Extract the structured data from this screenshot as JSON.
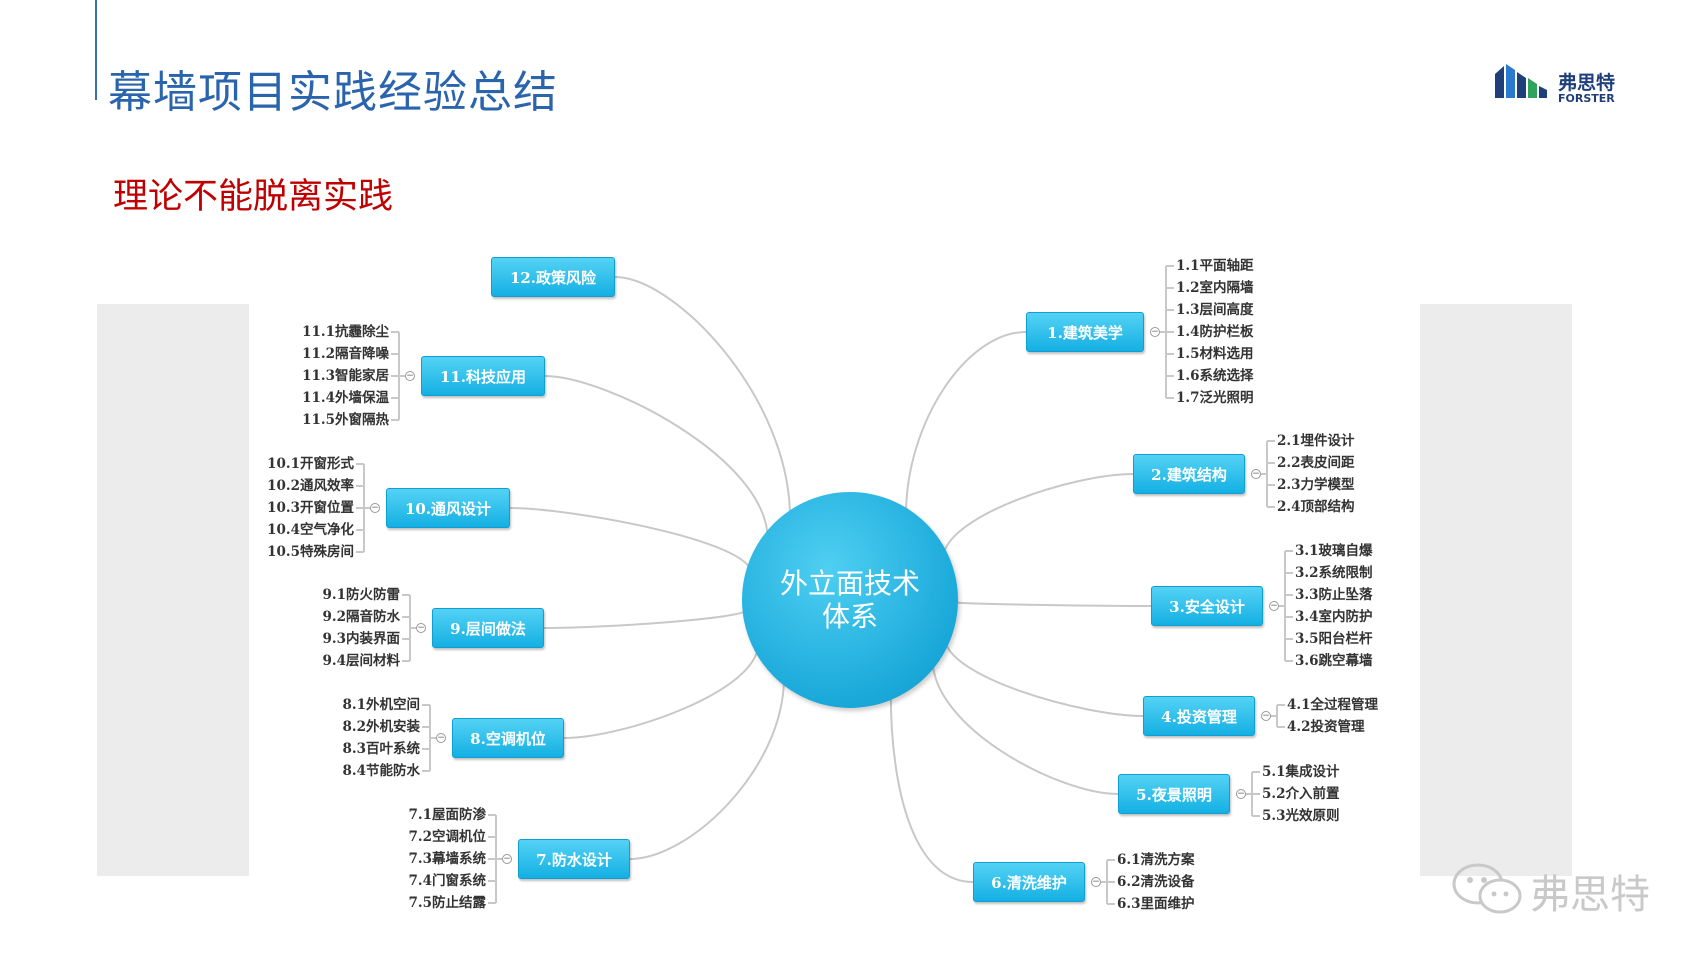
{
  "header": {
    "title": "幕墙项目实践经验总结",
    "subtitle": "理论不能脱离实践"
  },
  "logo": {
    "cn": "弗思特",
    "en": "FORSTER",
    "color": "#1e3f7a"
  },
  "watermark": {
    "label": "弗思特",
    "icon": "wechat-icon"
  },
  "colors": {
    "title": "#2a64ad",
    "subtitle": "#c00000",
    "node": "#1ab3e6",
    "line": "#c8c8c8"
  },
  "mindmap": {
    "center": "外立面技术体系",
    "branches": [
      {
        "label": "1.建筑美学",
        "side": "right",
        "items": [
          "1.1平面轴距",
          "1.2室内隔墙",
          "1.3层间高度",
          "1.4防护栏板",
          "1.5材料选用",
          "1.6系统选择",
          "1.7泛光照明"
        ]
      },
      {
        "label": "2.建筑结构",
        "side": "right",
        "items": [
          "2.1埋件设计",
          "2.2表皮间距",
          "2.3力学模型",
          "2.4顶部结构"
        ]
      },
      {
        "label": "3.安全设计",
        "side": "right",
        "items": [
          "3.1玻璃自爆",
          "3.2系统限制",
          "3.3防止坠落",
          "3.4室内防护",
          "3.5阳台栏杆",
          "3.6跳空幕墙"
        ]
      },
      {
        "label": "4.投资管理",
        "side": "right",
        "items": [
          "4.1全过程管理",
          "4.2投资管理"
        ]
      },
      {
        "label": "5.夜景照明",
        "side": "right",
        "items": [
          "5.1集成设计",
          "5.2介入前置",
          "5.3光效原则"
        ]
      },
      {
        "label": "6.清洗维护",
        "side": "right",
        "items": [
          "6.1清洗方案",
          "6.2清洗设备",
          "6.3里面维护"
        ]
      },
      {
        "label": "7.防水设计",
        "side": "left",
        "items": [
          "7.1屋面防渗",
          "7.2空调机位",
          "7.3幕墙系统",
          "7.4门窗系统",
          "7.5防止结露"
        ]
      },
      {
        "label": "8.空调机位",
        "side": "left",
        "items": [
          "8.1外机空间",
          "8.2外机安装",
          "8.3百叶系统",
          "8.4节能防水"
        ]
      },
      {
        "label": "9.层间做法",
        "side": "left",
        "items": [
          "9.1防火防雷",
          "9.2隔音防水",
          "9.3内装界面",
          "9.4层间材料"
        ]
      },
      {
        "label": "10.通风设计",
        "side": "left",
        "items": [
          "10.1开窗形式",
          "10.2通风效率",
          "10.3开窗位置",
          "10.4空气净化",
          "10.5特殊房间"
        ]
      },
      {
        "label": "11.科技应用",
        "side": "left",
        "items": [
          "11.1抗霾除尘",
          "11.2隔音降噪",
          "11.3智能家居",
          "11.4外墙保温",
          "11.5外窗隔热"
        ]
      },
      {
        "label": "12.政策风险",
        "side": "left",
        "items": []
      }
    ]
  }
}
